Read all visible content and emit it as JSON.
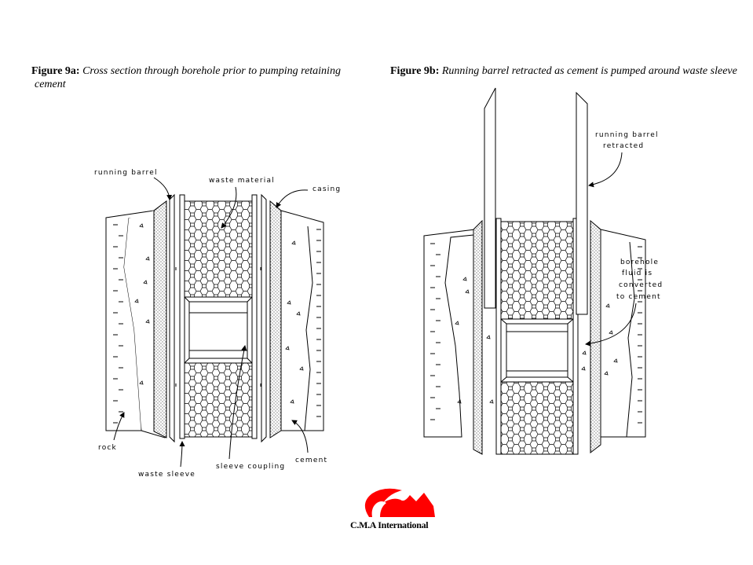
{
  "figure_a": {
    "number": "Figure 9a:",
    "title_line1": "Cross section through borehole prior to pumping retaining",
    "title_line2": "cement",
    "labels": {
      "running_barrel": "running barrel",
      "waste_material": "waste material",
      "casing": "casing",
      "rock": "rock",
      "waste_sleeve": "waste sleeve",
      "sleeve_coupling": "sleeve coupling",
      "cement": "cement"
    }
  },
  "figure_b": {
    "number": "Figure 9b:",
    "title": "Running barrel retracted as cement is pumped around waste sleeve",
    "labels": {
      "running_barrel_1": "running barrel",
      "running_barrel_2": "retracted",
      "borehole_1": "borehole",
      "borehole_2": "fluid is",
      "borehole_3": "converted",
      "borehole_4": "to cement"
    }
  },
  "logo": {
    "name": "C.M.A International",
    "color": "#ff0000"
  }
}
